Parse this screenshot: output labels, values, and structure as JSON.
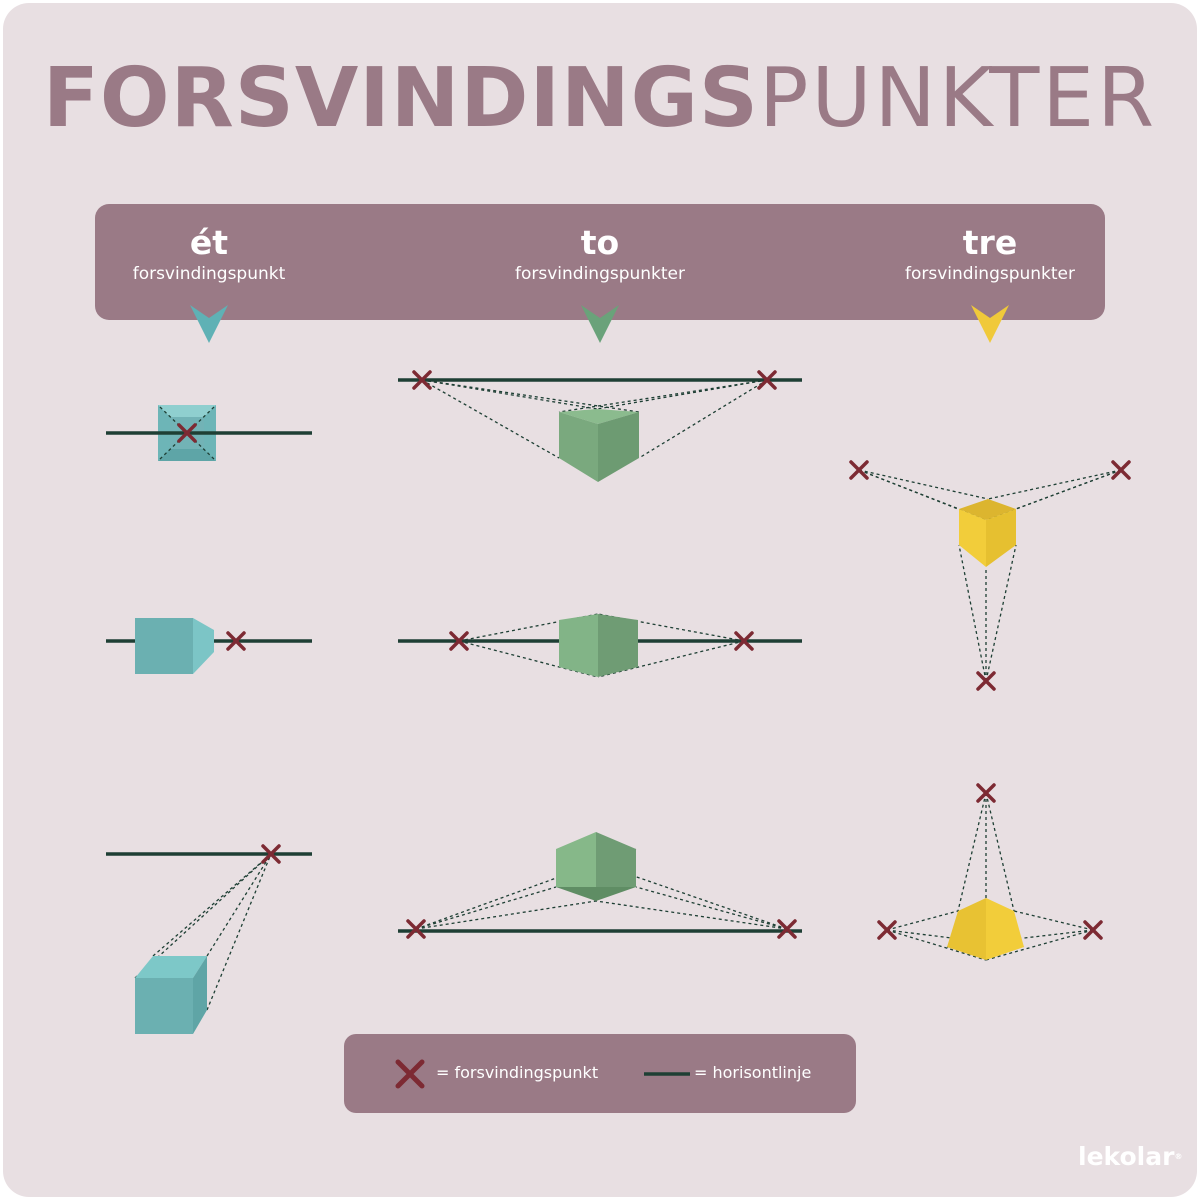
{
  "title": {
    "bold": "FORSVINDINGS",
    "light": "PUNKTER"
  },
  "columns": [
    {
      "number": "ét",
      "label": "forsvindingspunkt",
      "accent": "#5fb1b5"
    },
    {
      "number": "to",
      "label": "forsvindingspunkter",
      "accent": "#6aa27a"
    },
    {
      "number": "tre",
      "label": "forsvindingspunkter",
      "accent": "#f0c93a"
    }
  ],
  "legend": {
    "vanishing_point": "= forsvindingspunkt",
    "horizon_line": "= horisontlinje"
  },
  "brand": "lekolar",
  "colors": {
    "background": "#e8dfe2",
    "band": "#9a7a86",
    "horizon": "#1e3f34",
    "vanishing_mark": "#7d2a33",
    "one_point_cube": "#6eb2b2",
    "two_point_cube": "#7dae82",
    "three_point_cube": "#eec936"
  }
}
